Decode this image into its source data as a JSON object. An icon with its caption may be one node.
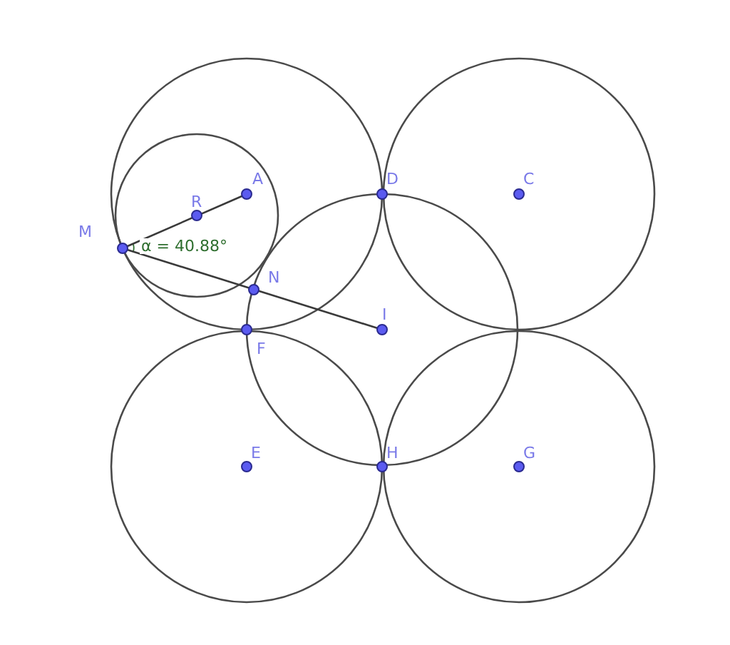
{
  "diagram": {
    "nodes": [
      {
        "text": [
          "A"
        ]
      },
      {
        "text": [
          "R"
        ]
      },
      {
        "text": [
          "D"
        ]
      },
      {
        "text": [
          "C"
        ]
      },
      {
        "text": [
          "M"
        ]
      },
      {
        "text": [
          "N"
        ]
      },
      {
        "text": [
          "I"
        ]
      },
      {
        "text": [
          "F"
        ]
      },
      {
        "text": [
          "E"
        ]
      },
      {
        "text": [
          "H"
        ]
      },
      {
        "text": [
          "G"
        ]
      }
    ],
    "edges": [
      {
        "from": 4,
        "to": 0,
        "arrow": "none"
      },
      {
        "from": 4,
        "to": 6,
        "arrow": "none"
      }
    ],
    "labels": [
      "α = 40.88°"
    ]
  }
}
